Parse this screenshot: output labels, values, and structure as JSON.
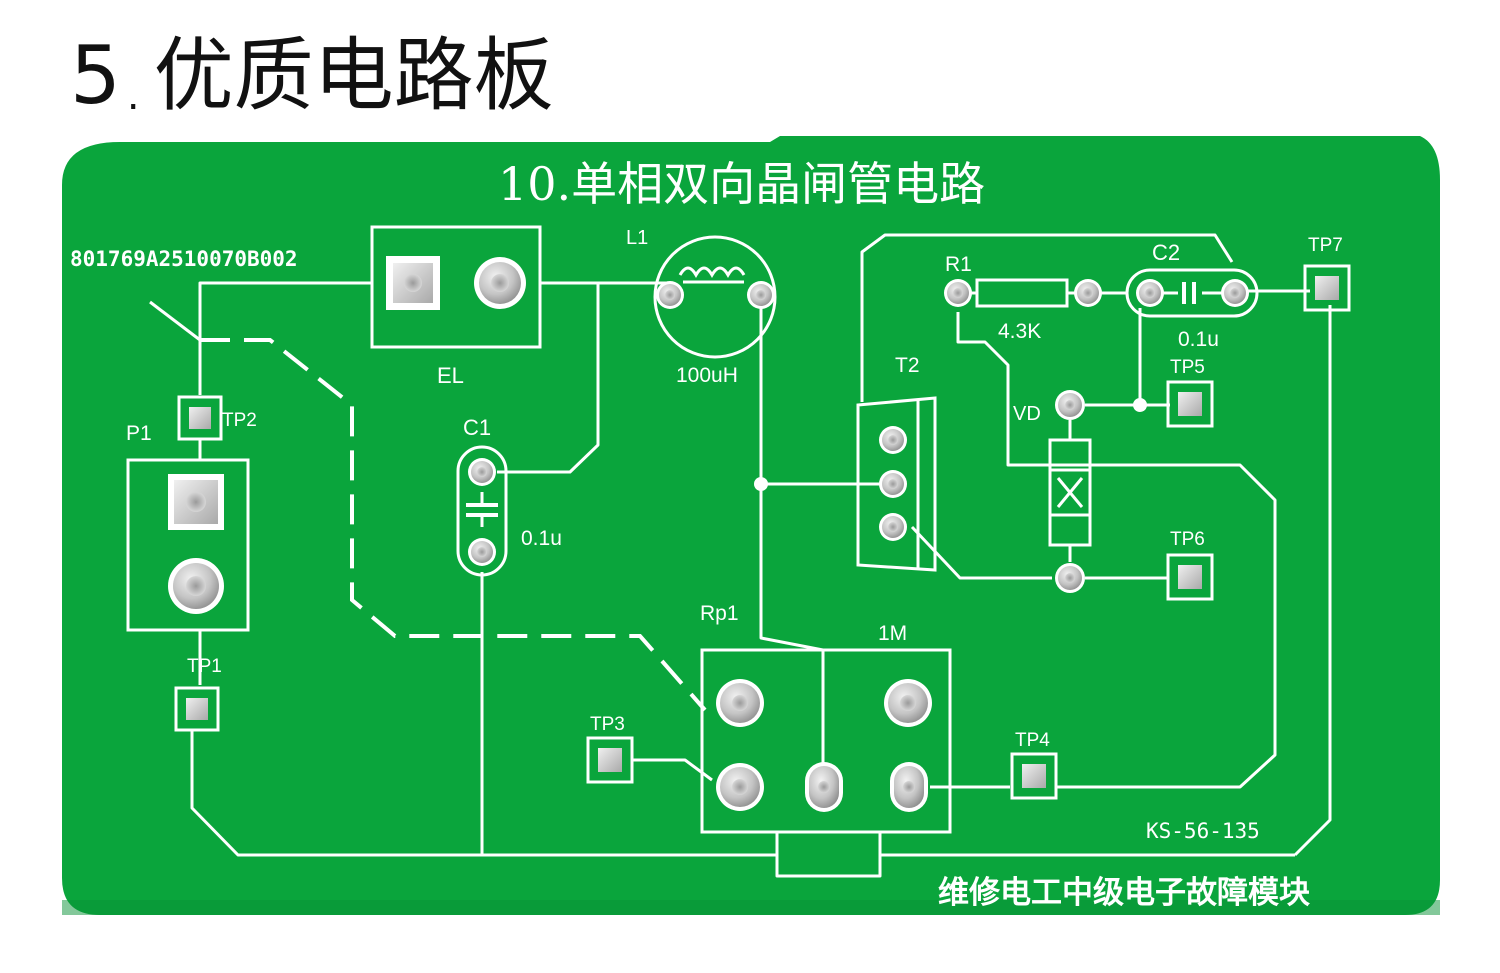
{
  "heading": {
    "number": "5",
    "dot": ".",
    "text": "优质电路板"
  },
  "board": {
    "title": "10.单相双向晶闸管电路",
    "serial": "801769A2510070B002",
    "model": "KS-56-135",
    "footer": "维修电工中级电子故障模块",
    "colors": {
      "board": "#0aa53c",
      "silk": "#ffffff",
      "pad": "#c9c9c9"
    },
    "components": {
      "el": {
        "label": "EL"
      },
      "l1": {
        "label": "L1",
        "value": "100uH"
      },
      "c1": {
        "label": "C1",
        "value": "0.1u"
      },
      "c2": {
        "label": "C2",
        "value": "0.1u"
      },
      "r1": {
        "label": "R1",
        "value": "4.3K"
      },
      "t2": {
        "label": "T2"
      },
      "vd": {
        "label": "VD"
      },
      "p1": {
        "label": "P1"
      },
      "rp1": {
        "label": "Rp1",
        "value": "1M"
      }
    },
    "testpoints": {
      "tp1": "TP1",
      "tp2": "TP2",
      "tp3": "TP3",
      "tp4": "TP4",
      "tp5": "TP5",
      "tp6": "TP6",
      "tp7": "TP7"
    }
  }
}
